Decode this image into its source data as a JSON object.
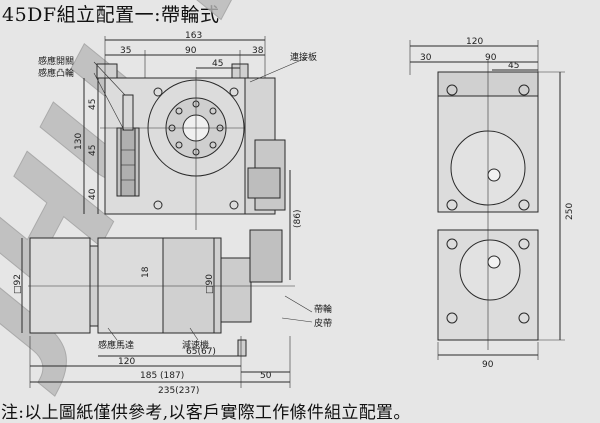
{
  "title": "45DF組立配置一:帶輪式",
  "note": "注:以上圖紙僅供參考,以客戶實際工作條件組立配置。",
  "watermark": "JHU YU",
  "labels": {
    "sensor_switch": "感應開關",
    "sensor_cam": "感應凸輪",
    "connecting_plate": "連接板",
    "sensor_motor": "感應馬達",
    "reducer": "減速機",
    "pulley": "帶輪",
    "belt": "皮帶"
  },
  "dims": {
    "d163": "163",
    "d35": "35",
    "d90": "90",
    "d38": "38",
    "d45_top": "45",
    "d45_left_a": "45",
    "d45_left_b": "45",
    "d130": "130",
    "d40": "40",
    "d86": "(86)",
    "d18": "18",
    "d_phi92": "□92",
    "d_phi90": "□90",
    "d120_left": "120",
    "d65": "65(67)",
    "d185": "185 (187)",
    "d235": "235(237)",
    "d50": "50",
    "r120": "120",
    "r30": "30",
    "r90_top": "90",
    "r45": "45",
    "r250": "250",
    "r90_bottom": "90"
  }
}
